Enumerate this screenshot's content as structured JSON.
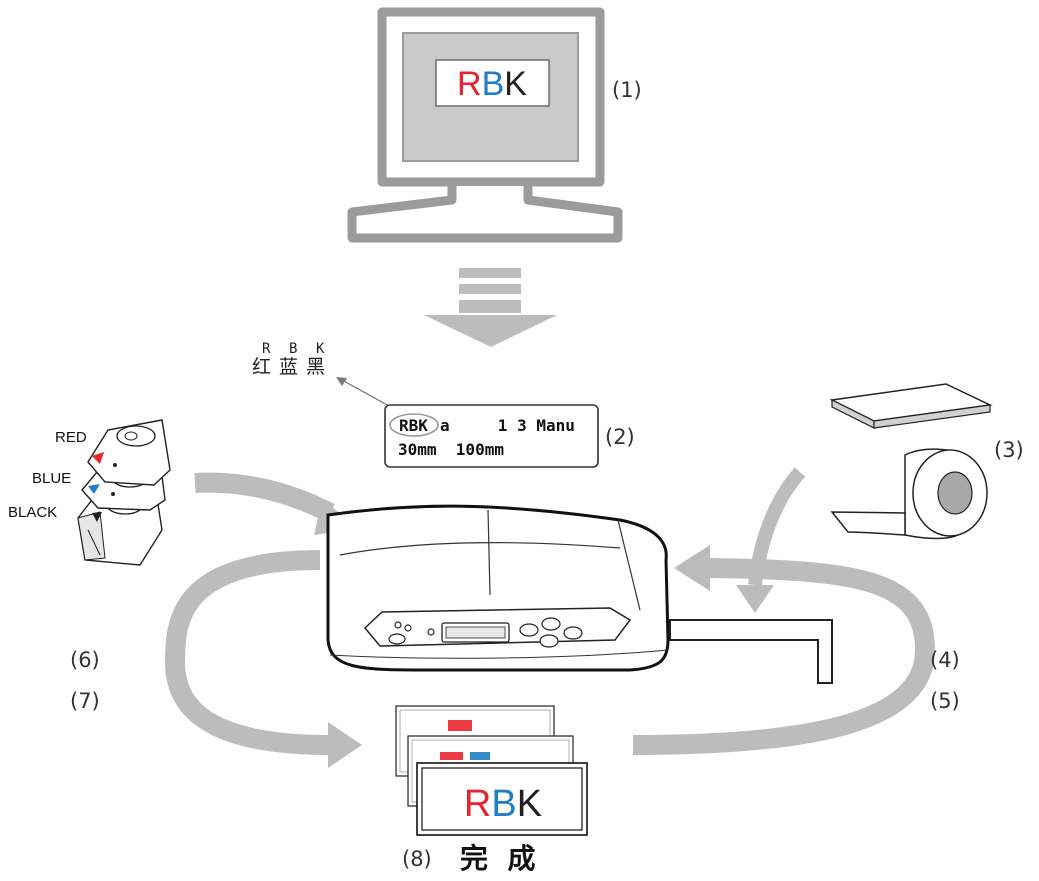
{
  "monitor": {
    "letters": [
      {
        "char": "R",
        "color": "#e8232e"
      },
      {
        "char": "B",
        "color": "#1f7fc4"
      },
      {
        "char": "K",
        "color": "#231f20"
      }
    ]
  },
  "steps": {
    "s1": "(1)",
    "s2": "(2)",
    "s3": "(3)",
    "s4": "(4)",
    "s5": "(5)",
    "s6": "(6)",
    "s7": "(7)",
    "s8": "(8)"
  },
  "done_label": "完  成",
  "color_key": {
    "codes": [
      "R",
      "B",
      "K"
    ],
    "names": [
      "红",
      "蓝",
      "黑"
    ]
  },
  "display": {
    "line1_code": "RBK",
    "line1_rest": "a     1 3 Manu",
    "line2": "30mm  100mm"
  },
  "ribbons": {
    "red": "RED",
    "blue": "BLUE",
    "black": "BLACK",
    "red_color": "#e8232e",
    "blue_color": "#1f7fc4",
    "black_color": "#231f20"
  },
  "flow_arrow_color": "#bcbcbc",
  "label_card": {
    "letters": [
      {
        "char": "R",
        "color": "#e8232e"
      },
      {
        "char": "B",
        "color": "#1f7fc4"
      },
      {
        "char": "K",
        "color": "#231f20"
      }
    ]
  }
}
